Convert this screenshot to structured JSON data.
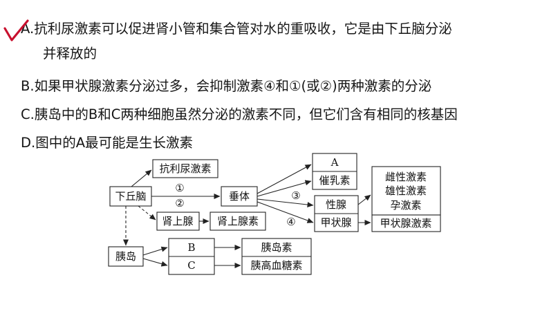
{
  "question": {
    "options": [
      {
        "id": "A",
        "text": "A.抗利尿激素可以促进肾小管和集合管对水的重吸收，它是由下丘脑分泌",
        "continuation": "并释放的",
        "marked": true
      },
      {
        "id": "B",
        "text": "B.如果甲状腺激素分泌过多，会抑制激素④和①(或②)两种激素的分泌"
      },
      {
        "id": "C",
        "text": "C.胰岛中的B和C两种细胞虽然分泌的激素不同，但它们含有相同的核基因"
      },
      {
        "id": "D",
        "text": "D.图中的A最可能是生长激素"
      }
    ],
    "answer_mark": "check-mark-icon",
    "mark_color": "#c8102e"
  },
  "diagram": {
    "nodes": {
      "hypothalamus": "下丘脑",
      "adh": "抗利尿激素",
      "pituitary": "垂体",
      "adrenal_gland": "肾上腺",
      "adrenal_hormone": "肾上腺素",
      "a": "A",
      "prolactin": "催乳素",
      "gonad": "性腺",
      "thyroid": "甲状腺",
      "estrogen": "雌性激素",
      "androgen": "雄性激素",
      "progesterone": "孕激素",
      "thyroid_hormone": "甲状腺激素",
      "pancreatic_islet": "胰岛",
      "b": "B",
      "c": "C",
      "insulin": "胰岛素",
      "glucagon": "胰高血糖素"
    },
    "labels": {
      "l1": "①",
      "l2": "②",
      "l3": "③",
      "l4": "④"
    }
  }
}
